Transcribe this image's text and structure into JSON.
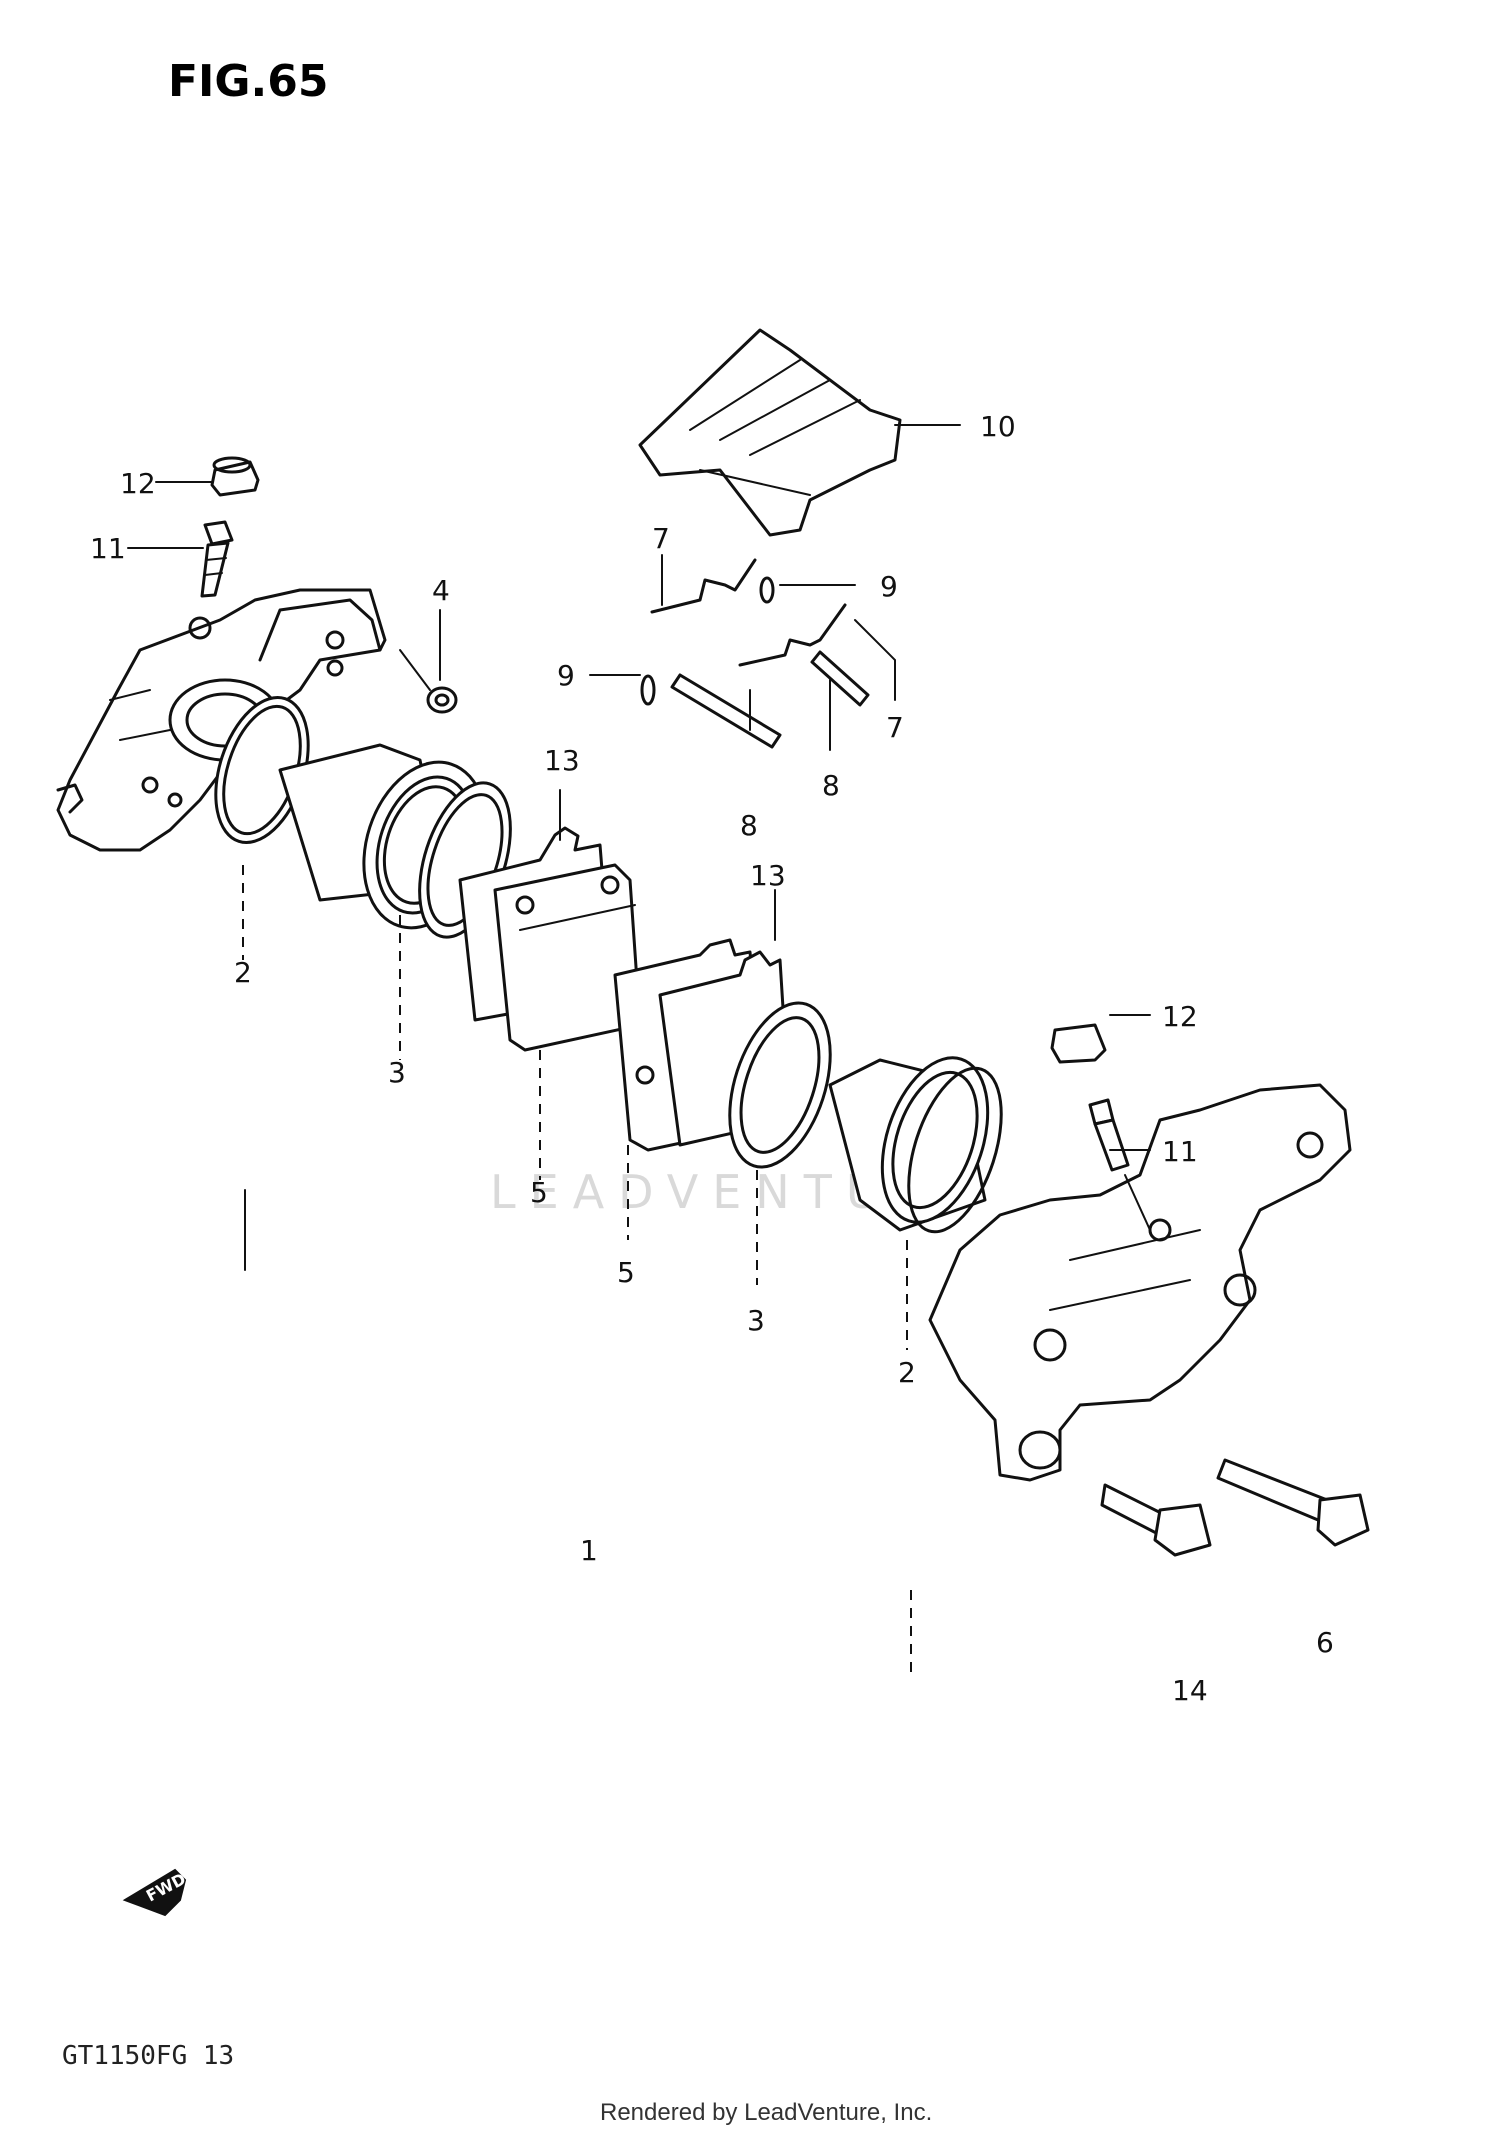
{
  "figure": {
    "title": "FIG.65",
    "model_code": "GT1150FG 13",
    "footer": "Rendered by LeadVenture, Inc.",
    "watermark": "LEADVENTURE",
    "fwd_marker": "FWD"
  },
  "callouts": [
    {
      "id": "c12a",
      "label": "12"
    },
    {
      "id": "c11a",
      "label": "11"
    },
    {
      "id": "c4",
      "label": "4"
    },
    {
      "id": "c10",
      "label": "10"
    },
    {
      "id": "c7a",
      "label": "7"
    },
    {
      "id": "c9a",
      "label": "9"
    },
    {
      "id": "c9b",
      "label": "9"
    },
    {
      "id": "c7b",
      "label": "7"
    },
    {
      "id": "c8a",
      "label": "8"
    },
    {
      "id": "c8b",
      "label": "8"
    },
    {
      "id": "c13a",
      "label": "13"
    },
    {
      "id": "c13b",
      "label": "13"
    },
    {
      "id": "c2a",
      "label": "2"
    },
    {
      "id": "c3a",
      "label": "3"
    },
    {
      "id": "c5a",
      "label": "5"
    },
    {
      "id": "c5b",
      "label": "5"
    },
    {
      "id": "c3b",
      "label": "3"
    },
    {
      "id": "c2b",
      "label": "2"
    },
    {
      "id": "c12b",
      "label": "12"
    },
    {
      "id": "c11b",
      "label": "11"
    },
    {
      "id": "c1",
      "label": "1"
    },
    {
      "id": "c6",
      "label": "6"
    },
    {
      "id": "c14",
      "label": "14"
    }
  ]
}
